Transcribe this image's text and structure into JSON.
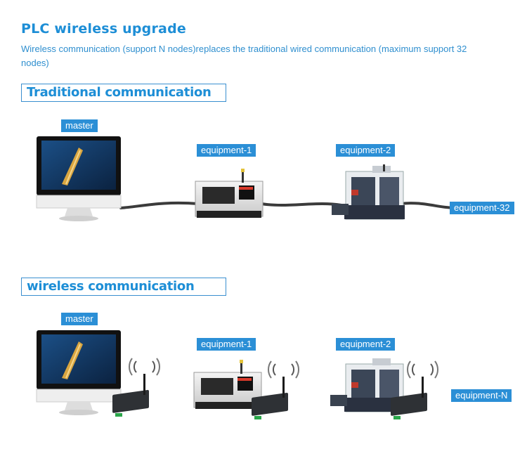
{
  "header": {
    "title": "PLC wireless upgrade",
    "subtitle": "Wireless communication (support N nodes)replaces the traditional wired communication (maximum support 32 nodes)"
  },
  "traditional": {
    "heading": "Traditional communication",
    "labels": {
      "master": "master",
      "equipment_1": "equipment-1",
      "equipment_2": "equipment-2",
      "equipment_last": "equipment-32"
    }
  },
  "wireless": {
    "heading": "wireless communication",
    "labels": {
      "master": "master",
      "equipment_1": "equipment-1",
      "equipment_2": "equipment-2",
      "equipment_last": "equipment-N"
    }
  },
  "colors": {
    "accent": "#1d8ed6",
    "label_bg": "#2b8fd6",
    "radio_green": "#2aa64a"
  }
}
